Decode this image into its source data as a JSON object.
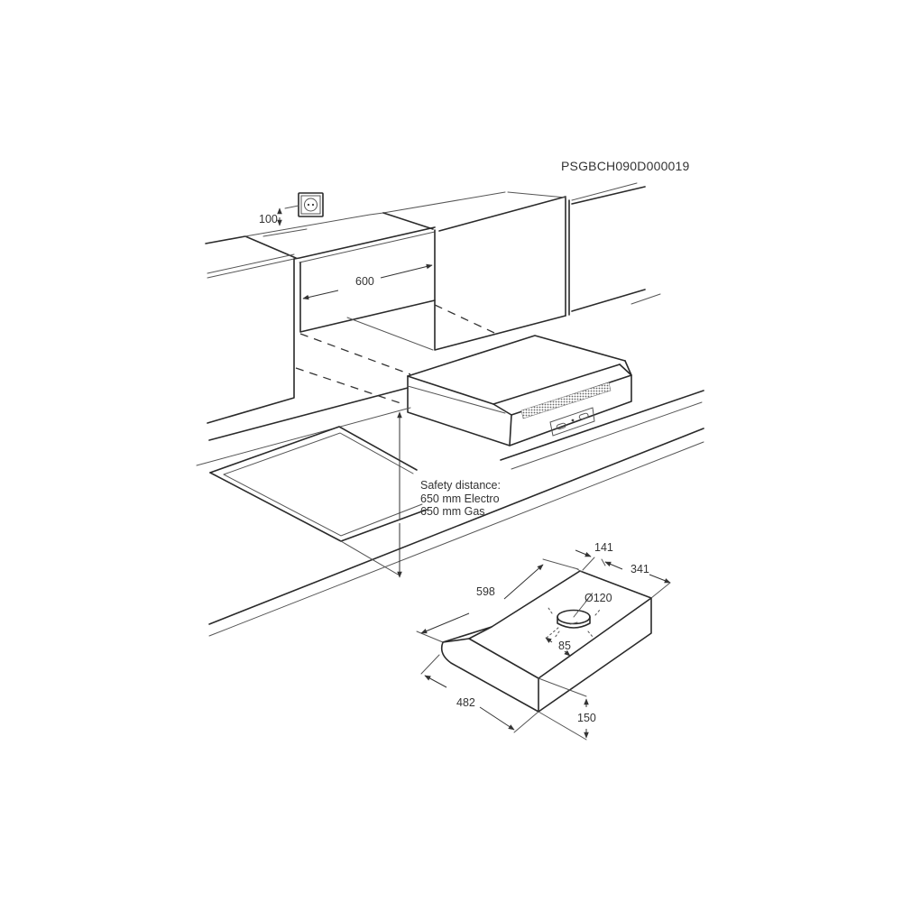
{
  "drawing": {
    "code": "PSGBCH090D000019",
    "installation": {
      "socket_height_label": "100",
      "cabinet_width_label": "600",
      "safety": {
        "title": "Safety distance:",
        "electro": "650 mm Electro",
        "gas": "650 mm Gas"
      }
    },
    "hood_dimensions": {
      "depth_top": "141",
      "depth_total": "341",
      "width": "598",
      "duct_diameter": "Ø120",
      "duct_offset": "85",
      "depth_bottom": "482",
      "height": "150"
    },
    "colors": {
      "line": "#2a2a2a",
      "background": "#ffffff"
    }
  }
}
